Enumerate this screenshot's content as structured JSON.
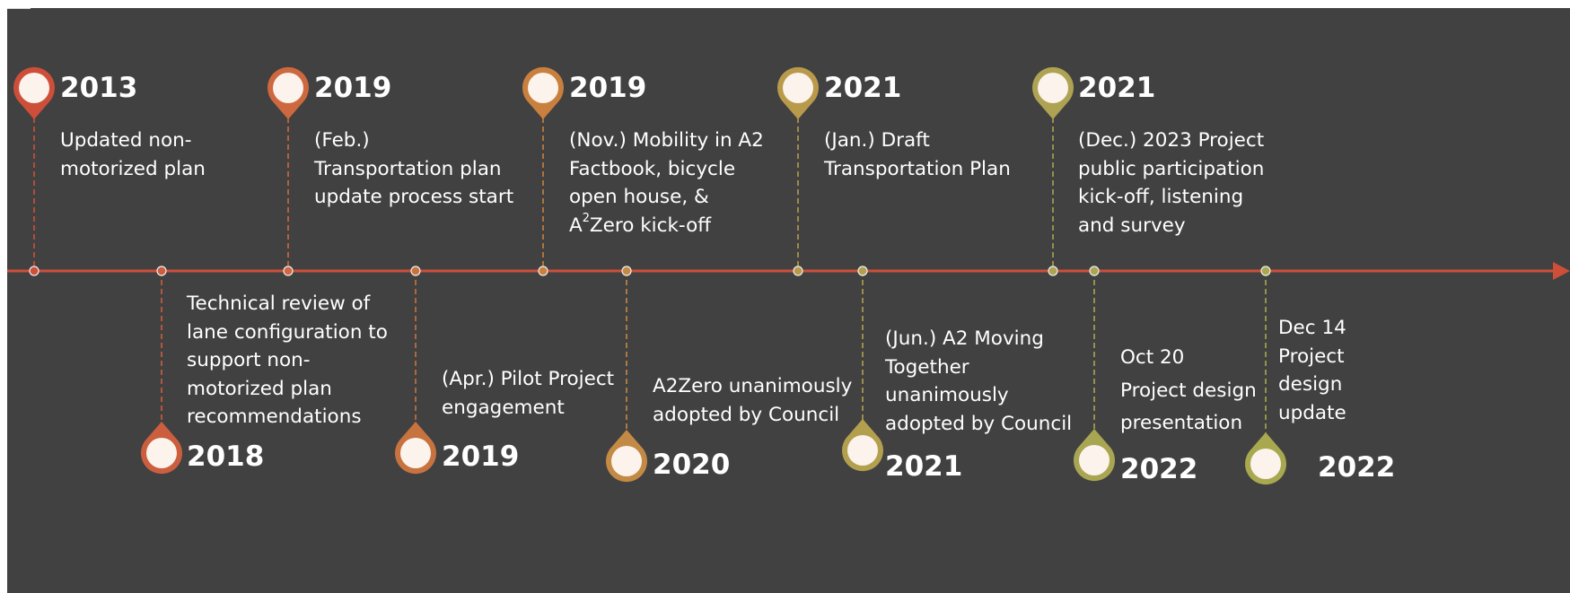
{
  "timeline": {
    "events": [
      {
        "year": "2013",
        "lines": [
          "Updated non-",
          "motorized plan"
        ],
        "color": "#cd4f3a"
      },
      {
        "year": "2018",
        "lines": [
          "Technical review of",
          "lane configuration to",
          "support non-",
          "motorized plan",
          "recommendations"
        ],
        "color": "#cb5e3f"
      },
      {
        "year": "2019",
        "lines": [
          "(Feb.)",
          "Transportation plan",
          "update process start"
        ],
        "color": "#cd683f"
      },
      {
        "year": "2019",
        "lines": [
          "(Apr.) Pilot Project",
          "engagement"
        ],
        "color": "#c7733f"
      },
      {
        "year": "2019",
        "lines": [
          "(Nov.) Mobility in A2",
          "Factbook, bicycle",
          "open house, &",
          "A",
          "2",
          "Zero kick-off"
        ],
        "color": "#c9803e"
      },
      {
        "year": "2020",
        "lines": [
          "A2Zero unanimously",
          "adopted by Council"
        ],
        "color": "#c38a45"
      },
      {
        "year": "2021",
        "lines": [
          "(Jan.) Draft",
          "Transportation Plan"
        ],
        "color": "#b99a4b"
      },
      {
        "year": "2021",
        "lines": [
          "(Jun.) A2 Moving",
          "Together",
          "unanimously",
          "adopted by Council"
        ],
        "color": "#b3a04f"
      },
      {
        "year": "2021",
        "lines": [
          "(Dec.) 2023 Project",
          "public participation",
          "kick-off, listening",
          "and survey"
        ],
        "color": "#aea253"
      },
      {
        "year": "2022",
        "lines": [
          "Oct 20",
          "Project design",
          "presentation"
        ],
        "color": "#a9a653"
      },
      {
        "year": "2022",
        "lines": [
          "Dec 14",
          "Project",
          "design",
          "update"
        ],
        "color": "#a8a94f"
      }
    ],
    "axis_color": "#cd4f3a",
    "marker_fill": "#fbf3ec",
    "background": "#414141"
  }
}
